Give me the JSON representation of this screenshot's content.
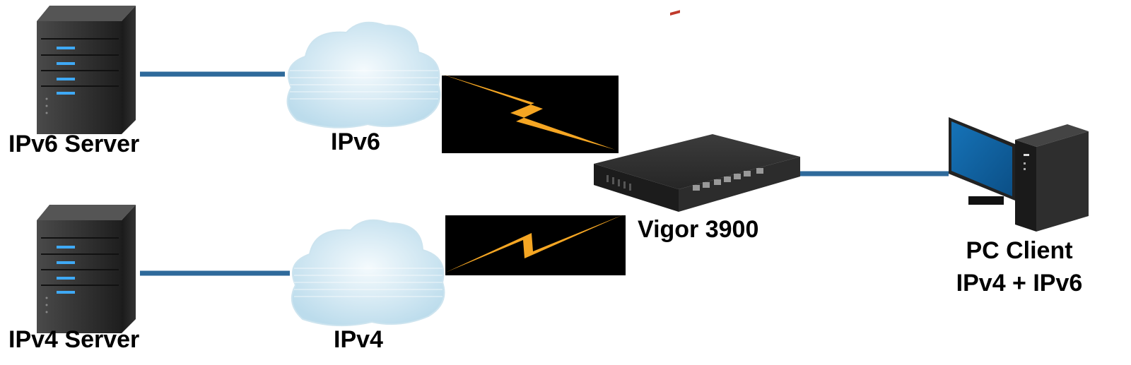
{
  "nodes": {
    "ipv6_server": {
      "label": "IPv6 Server",
      "icon": "server-tower-icon"
    },
    "ipv4_server": {
      "label": "IPv4 Server",
      "icon": "server-tower-icon"
    },
    "ipv6_cloud": {
      "label": "IPv6",
      "icon": "cloud-icon"
    },
    "ipv4_cloud": {
      "label": "IPv4",
      "icon": "cloud-icon"
    },
    "router": {
      "label": "Vigor 3900",
      "icon": "router-icon"
    },
    "pc_client": {
      "label_line1": "PC Client",
      "label_line2": "IPv4 + IPv6",
      "icon": "desktop-pc-icon"
    }
  },
  "colors": {
    "link": "#2e6a9b",
    "wireless": "#f5a623",
    "cloud": "#dcedf6",
    "server_body": "#2a2a2a",
    "server_led": "#3fa9f5",
    "monitor_screen": "#0d5a98"
  }
}
